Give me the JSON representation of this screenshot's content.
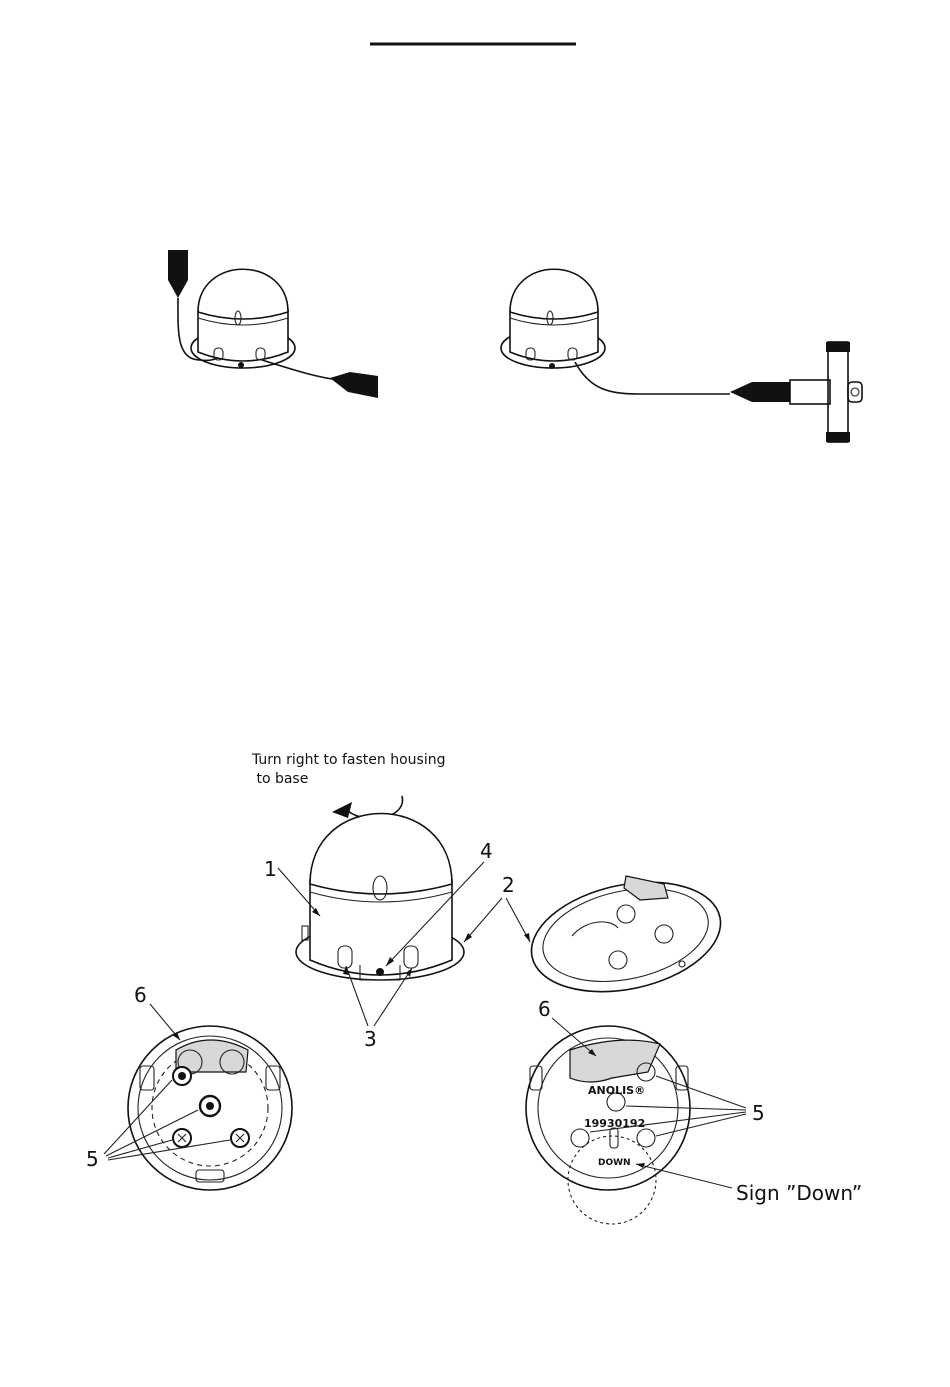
{
  "instruction_text": {
    "line1": "Turn right to fasten housing",
    "line2": " to base"
  },
  "callouts": {
    "c1": "1",
    "c2": "2",
    "c3": "3",
    "c4": "4",
    "c5_left": "5",
    "c5_right": "5",
    "c6_left": "6",
    "c6_right": "6",
    "sign_down": "Sign ”Down”"
  },
  "base_markings": {
    "brand": "ANOLIS®",
    "part_number": "19930192",
    "down": "DOWN"
  },
  "colors": {
    "ink": "#111111",
    "background": "#ffffff",
    "gray_fill": "#d8d8d8"
  }
}
